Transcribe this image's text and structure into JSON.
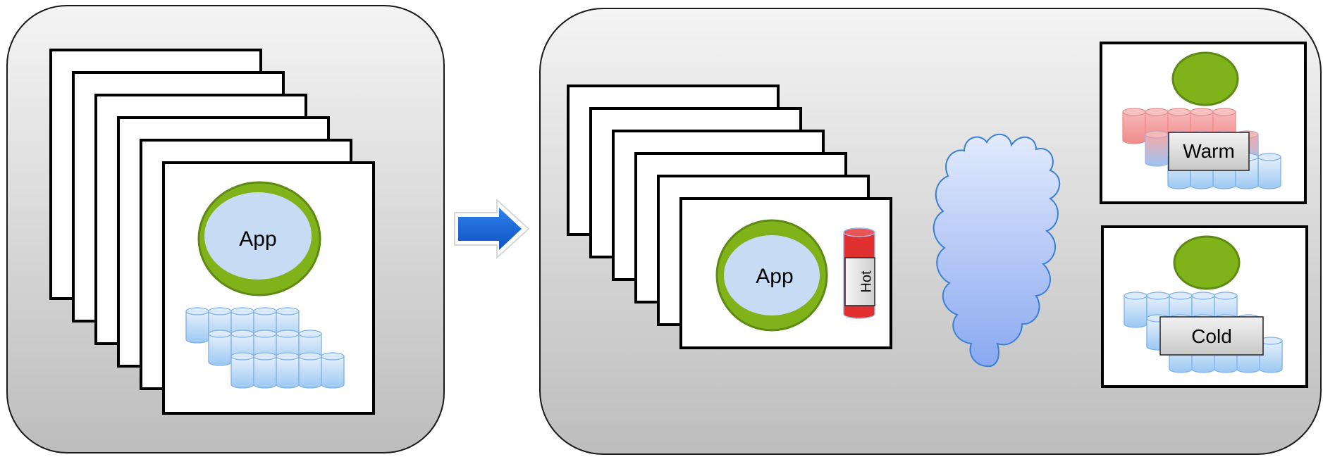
{
  "left_panel": {
    "app_label": "App"
  },
  "right_panel": {
    "app_label": "App",
    "hot_label": "Hot",
    "warm_label": "Warm",
    "cold_label": "Cold"
  },
  "colors": {
    "panel_top": "#f2f2f2",
    "panel_bottom": "#bfbfbf",
    "app_ring": "#7fb319",
    "app_fill": "#c6dcf5",
    "cylinder_blue": "#b9d8f5",
    "cylinder_pink": "#f5a3a3",
    "hot_red": "#e03030",
    "cloud_top": "#e0e8fb",
    "cloud_bottom": "#8faef2",
    "arrow_blue": "#1a66d6"
  }
}
